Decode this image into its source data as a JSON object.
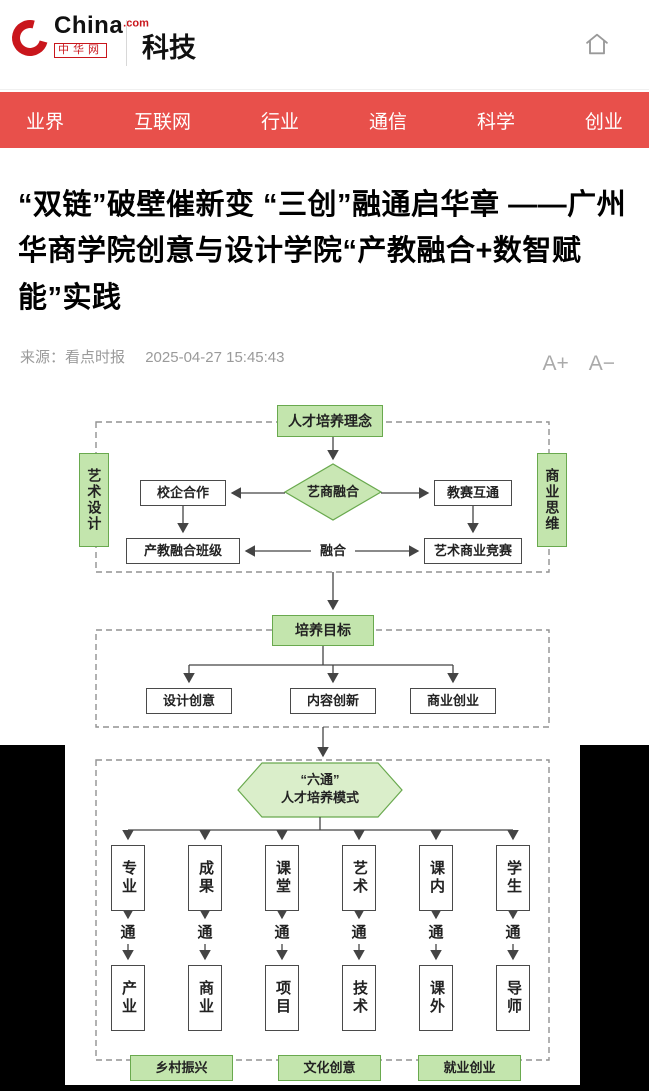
{
  "header": {
    "brand": "China",
    "brand_tld": ".com",
    "brand_cn": "中华网",
    "channel": "科技"
  },
  "icons": {
    "logo": "china-c-swirl",
    "home": "home-outline"
  },
  "nav": {
    "items": [
      "业界",
      "互联网",
      "行业",
      "通信",
      "科学",
      "创业"
    ]
  },
  "article": {
    "title": "“双链”破壁催新变 “三创”融通启华章 ——广州华商学院创意与设计学院“产教融合+数智赋能”实践",
    "source_label": "来源：",
    "source_name": "看点时报",
    "published": "2025-04-27 15:45:43",
    "font_larger": "A+",
    "font_smaller": "A−"
  },
  "diagram": {
    "philosophy": "人才培养理念",
    "left_label": "艺术设计",
    "right_label": "商业思维",
    "diamond": "艺商融合",
    "school_enterprise": "校企合作",
    "industry_class": "产教融合班级",
    "competition": "教赛互通",
    "art_business_comp": "艺术商业竞赛",
    "fusion": "融合",
    "goal": "培养目标",
    "goal_items": [
      "设计创意",
      "内容创新",
      "商业创业"
    ],
    "hex_line1": "“六通”",
    "hex_line2": "人才培养模式",
    "columns": [
      {
        "top": "专业",
        "link": "通",
        "bottom": "产业"
      },
      {
        "top": "成果",
        "link": "通",
        "bottom": "商业"
      },
      {
        "top": "课堂",
        "link": "通",
        "bottom": "项目"
      },
      {
        "top": "艺术",
        "link": "通",
        "bottom": "技术"
      },
      {
        "top": "课内",
        "link": "通",
        "bottom": "课外"
      },
      {
        "top": "学生",
        "link": "通",
        "bottom": "导师"
      }
    ],
    "outcomes": [
      "乡村振兴",
      "文化创意",
      "就业创业"
    ]
  }
}
